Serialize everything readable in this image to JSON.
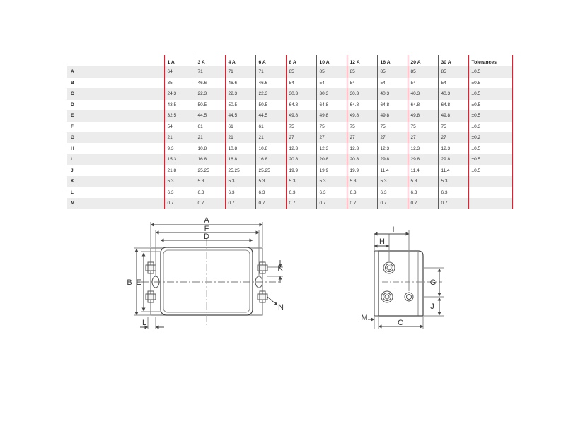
{
  "table": {
    "columns": [
      "1 A",
      "3 A",
      "4 A",
      "6 A",
      "8 A",
      "10 A",
      "12 A",
      "16 A",
      "20 A",
      "30 A"
    ],
    "tolerance_header": "Tolerances",
    "rows": [
      {
        "label": "A",
        "values": [
          "64",
          "71",
          "71",
          "71",
          "85",
          "85",
          "85",
          "85",
          "85",
          "85"
        ],
        "tol": "±0.5"
      },
      {
        "label": "B",
        "values": [
          "35",
          "46.6",
          "46.6",
          "46.6",
          "54",
          "54",
          "54",
          "54",
          "54",
          "54"
        ],
        "tol": "±0.5"
      },
      {
        "label": "C",
        "values": [
          "24.3",
          "22.3",
          "22.3",
          "22.3",
          "30.3",
          "30.3",
          "30.3",
          "40.3",
          "40.3",
          "40.3"
        ],
        "tol": "±0.5"
      },
      {
        "label": "D",
        "values": [
          "43.5",
          "50.5",
          "50.5",
          "50.5",
          "64.8",
          "64.8",
          "64.8",
          "64.8",
          "64.8",
          "64.8"
        ],
        "tol": "±0.5"
      },
      {
        "label": "E",
        "values": [
          "32.5",
          "44.5",
          "44.5",
          "44.5",
          "49.8",
          "49.8",
          "49.8",
          "49.8",
          "49.8",
          "49.8"
        ],
        "tol": "±0.5"
      },
      {
        "label": "F",
        "values": [
          "54",
          "61",
          "61",
          "61",
          "75",
          "75",
          "75",
          "75",
          "75",
          "75"
        ],
        "tol": "±0.3"
      },
      {
        "label": "G",
        "values": [
          "21",
          "21",
          "21",
          "21",
          "27",
          "27",
          "27",
          "27",
          "27",
          "27"
        ],
        "tol": "±0.2"
      },
      {
        "label": "H",
        "values": [
          "9.3",
          "10.8",
          "10.8",
          "10.8",
          "12.3",
          "12.3",
          "12.3",
          "12.3",
          "12.3",
          "12.3"
        ],
        "tol": "±0.5"
      },
      {
        "label": "I",
        "values": [
          "15.3",
          "16.8",
          "16.8",
          "16.8",
          "20.8",
          "20.8",
          "20.8",
          "29.8",
          "29.8",
          "29.8"
        ],
        "tol": "±0.5"
      },
      {
        "label": "J",
        "values": [
          "21.8",
          "25.25",
          "25.25",
          "25.25",
          "19.9",
          "19.9",
          "19.9",
          "11.4",
          "11.4",
          "11.4"
        ],
        "tol": "±0.5"
      },
      {
        "label": "K",
        "values": [
          "5.3",
          "5.3",
          "5.3",
          "5.3",
          "5.3",
          "5.3",
          "5.3",
          "5.3",
          "5.3",
          "5.3"
        ],
        "tol": ""
      },
      {
        "label": "L",
        "values": [
          "6.3",
          "6.3",
          "6.3",
          "6.3",
          "6.3",
          "6.3",
          "6.3",
          "6.3",
          "6.3",
          "6.3"
        ],
        "tol": ""
      },
      {
        "label": "M",
        "values": [
          "0.7",
          "0.7",
          "0.7",
          "0.7",
          "0.7",
          "0.7",
          "0.7",
          "0.7",
          "0.7",
          "0.7"
        ],
        "tol": ""
      }
    ]
  },
  "front_view": {
    "labels": {
      "A": "A",
      "F": "F",
      "D": "D",
      "B": "B",
      "E": "E",
      "K": "K",
      "N": "N",
      "L": "L"
    }
  },
  "side_view": {
    "labels": {
      "I": "I",
      "H": "H",
      "G": "G",
      "J": "J",
      "M": "M",
      "C": "C"
    }
  },
  "colors": {
    "accent": "#cc2a36",
    "shade": "#ececec",
    "line": "#555555"
  }
}
